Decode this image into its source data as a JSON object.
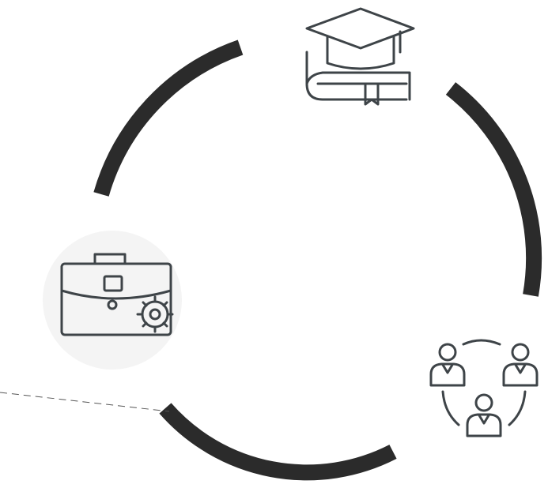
{
  "diagram": {
    "type": "cycle",
    "arc_color": "#2b2b2b",
    "icon_color": "#3e4448",
    "nodes": [
      {
        "id": "education",
        "icon": "graduation-cap-on-books-icon"
      },
      {
        "id": "community",
        "icon": "people-network-icon"
      },
      {
        "id": "career",
        "icon": "briefcase-gear-icon"
      }
    ]
  }
}
